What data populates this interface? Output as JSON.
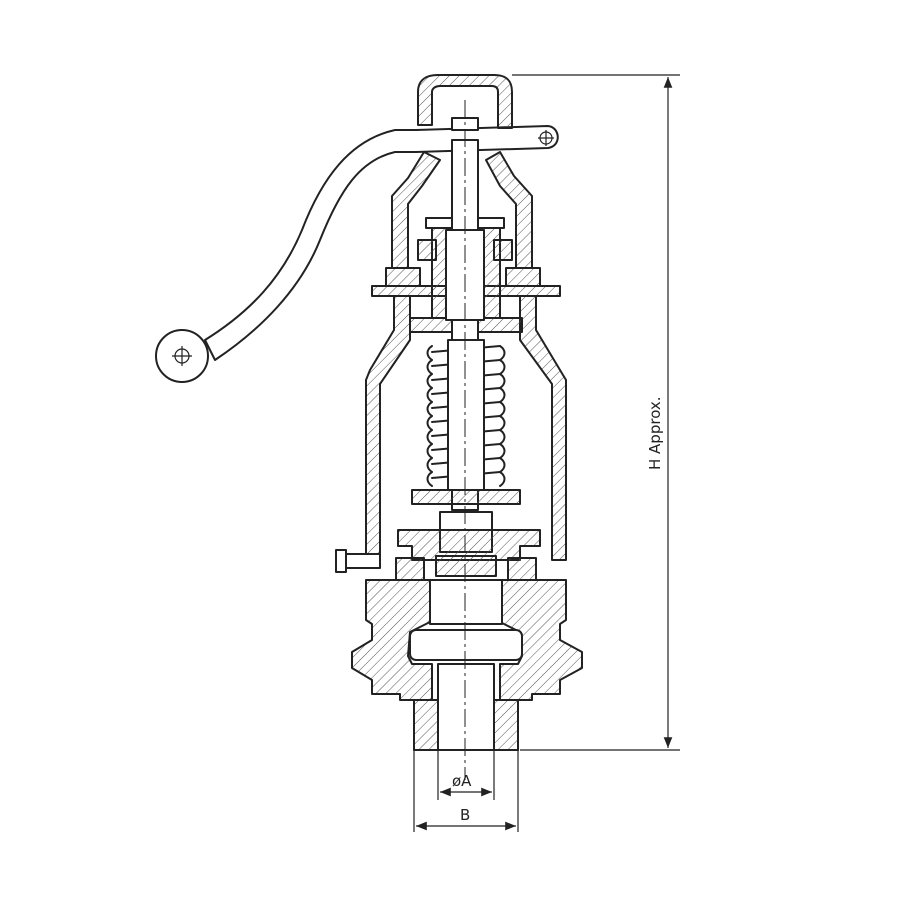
{
  "dimensions": {
    "height_label": "H  Approx.",
    "bore_label": "øA",
    "thread_label": "B"
  },
  "colors": {
    "line": "#222222",
    "background": "#ffffff"
  }
}
